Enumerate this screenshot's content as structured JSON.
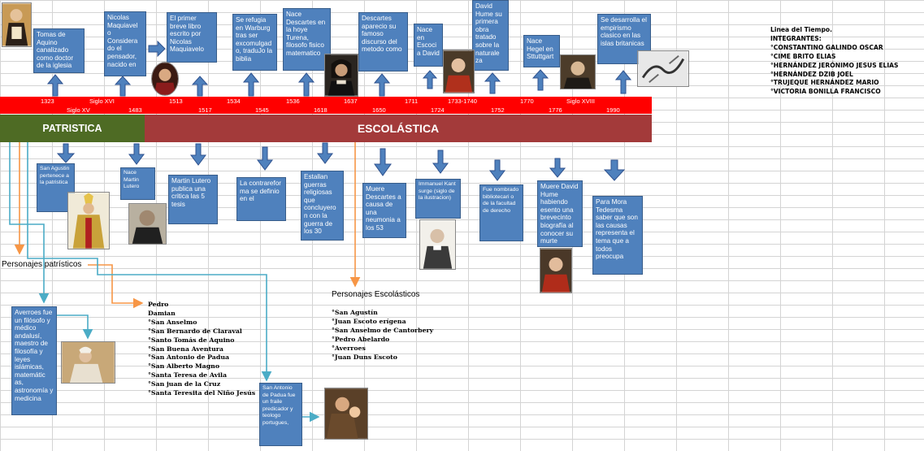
{
  "timeline_bar": {
    "years": [
      "1323",
      "Siglo XVI",
      "1483",
      "1513",
      "1517",
      "1534",
      "1545",
      "1536",
      "1618",
      "1637",
      "1650",
      "1711",
      "1724",
      "1733-1740",
      "1752",
      "1770",
      "1776",
      "Siglo XVIII",
      "1990"
    ],
    "lower_labels": [
      "Siglo XV"
    ]
  },
  "periods": {
    "patristica": "PATRISTICA",
    "escolastica": "ESCOLÁSTICA"
  },
  "top_boxes": [
    "Tomas de Aquino canalizado como doctor de la iglesia",
    "Nicolas Maquiavel o Considera do el pensador, nacido en",
    "El primer breve libro escrito por Nicolas Maquiavelo",
    "Se refugia en Warburg tras ser excomulgad o, traduJo la biblia",
    "Nace Descartes en la hoye Turena, filosofo fisico matematico",
    "Descartes aparecio su famoso discurso del metodo como",
    "Nace en Escoci a David",
    "David Hume su primera obra tratado sobre la naturale za",
    "Nace Hegel en Sttuttgart",
    "Se desarrolla el empirismo clasico en las islas britanicas"
  ],
  "bottom_boxes": [
    "San Agustin pertenece a la patristica",
    "Nace Martin Lutero",
    "Martin Lutero publica una critica las 5 tesis",
    "La contrarefor ma se definio en el",
    "Estallan guerras religiosas que concluyero n con la guerra de los 30",
    "Muere Descartes a causa de una neumonia a los 53",
    "Immanuel Kant surge (siglo de la ilustracion)",
    "Fue nombrado bibliotecari o de la facultad de derecho",
    "Muere David Hume habiendo esento una brevecinto biografía al conocer su murte",
    "Para Mora Tedesma saber que son las causas representa el tema que a todos preocupa"
  ],
  "averroes_box": "Averroes fue un filósofo y médico andalusí, maestro de filosofía y leyes islámicas, matemátic as, astronomía y medicina",
  "antonio_box": "San Antonio de Padua fue un fraile predicador y teologo portugues,",
  "patristic_section": {
    "title": "Personajes patrísticos",
    "names": [
      "Pedro",
      "Damian",
      "°San Anselmo",
      "°San Bernardo de Claraval",
      "°Santo Tomás de Aquino",
      "°San Buena Aventura",
      "°San Antonio de Padua",
      "°San Alberto Magno",
      "°Santa Teresa de Avila",
      "°San juan de la Cruz",
      "°Santa Teresita del Niño Jesús"
    ]
  },
  "scholastic_section": {
    "title": "Personajes Escolásticos",
    "names": [
      "°San Agustín",
      "°Juan Escoto erígena",
      "°San Anselmo de Cantorbery",
      "°Pedro Abelardo",
      "°Averroes",
      "°Juan Duns Escoto"
    ]
  },
  "info": {
    "title": "Linea del Tiempo.",
    "subtitle": "INTEGRANTES:",
    "members": [
      "°CONSTANTINO GALINDO OSCAR",
      "°CIME BRITO ELIAS",
      "°HERNÁNDEZ JERÓNIMO JESUS ELIAS",
      "°HERNÁNDEZ DZIB JOEL",
      "°TRUJEQUE HERNÁNDEZ MARIO",
      "°VICTORIA BONILLA FRANCISCO"
    ]
  },
  "colors": {
    "box": "#4f81bd",
    "bar": "#ff0000",
    "patristica": "#4e6b24",
    "escolastica": "#a33a3a",
    "orange_line": "#f79646",
    "teal_line": "#4bacc6"
  }
}
